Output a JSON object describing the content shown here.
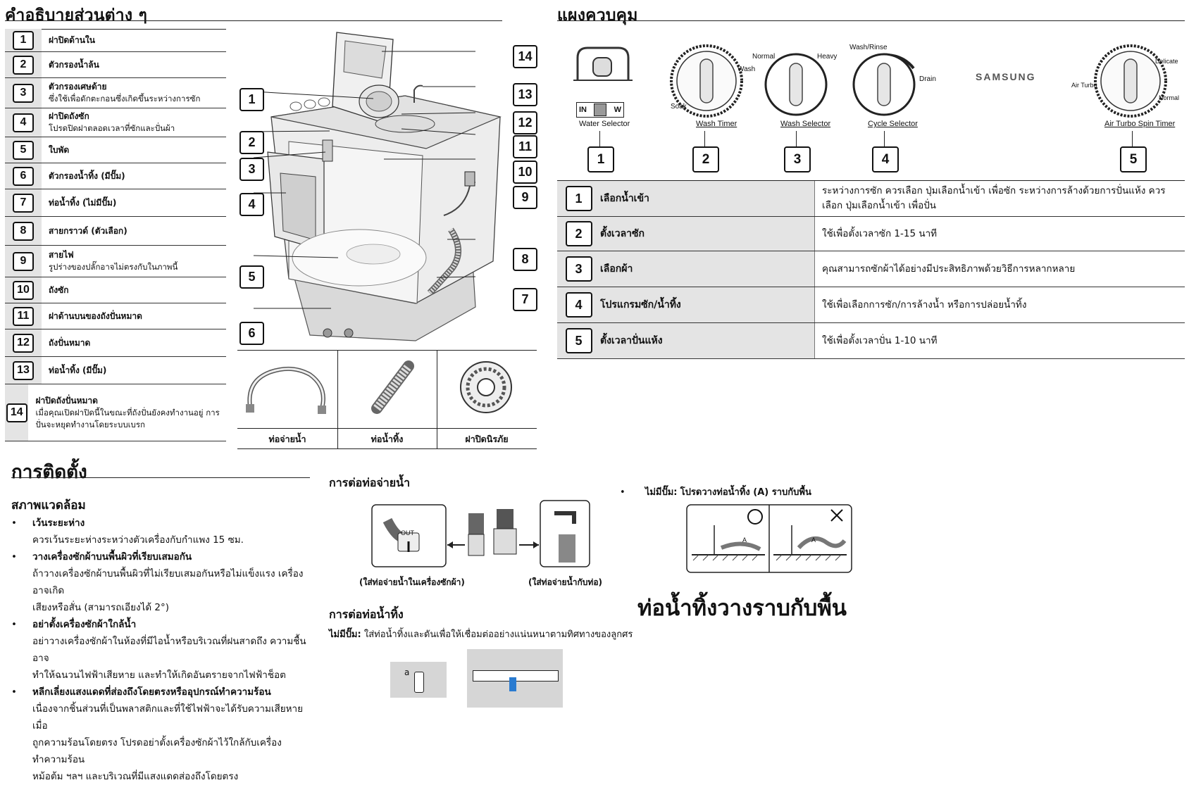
{
  "parts_section": {
    "title": "คำอธิบายส่วนต่าง ๆ",
    "items": [
      {
        "num": "1",
        "title": "ฝาปิดด้านใน",
        "sub": ""
      },
      {
        "num": "2",
        "title": "ตัวกรองน้ำล้น",
        "sub": ""
      },
      {
        "num": "3",
        "title": "ตัวกรองเศษด้าย",
        "sub": "ซึ่งใช้เพื่อดักตะกอนซึ่งเกิดขึ้นระหว่างการซัก"
      },
      {
        "num": "4",
        "title": "ฝาปิดถังซัก",
        "sub": "โปรดปิดฝาตลอดเวลาที่ซักและปั่นผ้า"
      },
      {
        "num": "5",
        "title": "ใบพัด",
        "sub": ""
      },
      {
        "num": "6",
        "title": "ตัวกรองน้ำทิ้ง (มีปั๊ม)",
        "sub": ""
      },
      {
        "num": "7",
        "title": "ท่อน้ำทิ้ง (ไม่มีปั๊ม)",
        "sub": ""
      },
      {
        "num": "8",
        "title": "สายกราวด์ (ตัวเลือก)",
        "sub": ""
      },
      {
        "num": "9",
        "title": "สายไฟ",
        "sub": "รูปร่างของปลั๊กอาจไม่ตรงกับในภาพนี้"
      },
      {
        "num": "10",
        "title": "ถังซัก",
        "sub": ""
      },
      {
        "num": "11",
        "title": "ฝาด้านบนของถังปั่นหมาด",
        "sub": ""
      },
      {
        "num": "12",
        "title": "ถังปั่นหมาด",
        "sub": ""
      },
      {
        "num": "13",
        "title": "ท่อน้ำทิ้ง (มีปั๊ม)",
        "sub": ""
      },
      {
        "num": "14",
        "title": "ฝาปิดถังปั่นหมาด",
        "sub": "เมื่อคุณเปิดฝาปิดนี้ในขณะที่ถังปั่นยังคงทำงานอยู่ การ ปั่นจะหยุดทำงานโดยระบบเบรก"
      }
    ]
  },
  "accessories": [
    {
      "label": "ท่อจ่ายน้ำ",
      "icon": "supply-hose-icon"
    },
    {
      "label": "ท่อน้ำทิ้ง",
      "icon": "drain-hose-icon"
    },
    {
      "label": "ฝาปิดนิรภัย",
      "icon": "safety-cover-icon"
    }
  ],
  "control_panel": {
    "title": "แผงควบคุม",
    "brand": "SAMSUNG",
    "water_selector": {
      "label": "Water Selector",
      "thai": "เลือกน้ำเข้า",
      "in": "IN",
      "w": "W"
    },
    "wash_timer": {
      "label": "Wash Timer",
      "thai": "ตั้งเวลาซัก",
      "wash": "Wash",
      "soak": "Soak"
    },
    "wash_selector": {
      "label": "Wash Selector",
      "thai": "เลือกผ้า",
      "normal": "Normal",
      "heavy": "Heavy"
    },
    "cycle_selector": {
      "label": "Cycle Selector",
      "thai": "โปรแกรมซัก/น้ำทิ้ง",
      "wash_rinse": "Wash/Rinse",
      "drain": "Drain"
    },
    "spin_timer": {
      "label": "Air Turbo Spin Timer",
      "thai": "ตั้งเวลาปั่นแห้ง",
      "air_turbo": "Air Turbo",
      "delicate": "Delicate",
      "normal": "Normal"
    },
    "rows": [
      {
        "num": "1",
        "name": "เลือกน้ำเข้า",
        "desc": "ระหว่างการซัก ควรเลือก ปุ่มเลือกน้ำเข้า เพื่อซัก ระหว่างการล้างด้วยการปั่นแห้ง ควรเลือก ปุ่มเลือกน้ำเข้า เพื่อปั่น"
      },
      {
        "num": "2",
        "name": "ตั้งเวลาซัก",
        "desc": "ใช้เพื่อตั้งเวลาซัก 1-15 นาที"
      },
      {
        "num": "3",
        "name": "เลือกผ้า",
        "desc": "คุณสามารถซักผ้าได้อย่างมีประสิทธิภาพด้วยวิธีการหลากหลาย"
      },
      {
        "num": "4",
        "name": "โปรแกรมซัก/น้ำทิ้ง",
        "desc": "ใช้เพื่อเลือกการซัก/การล้างน้ำ หรือการปล่อยน้ำทิ้ง"
      },
      {
        "num": "5",
        "name": "ตั้งเวลาปั่นแห้ง",
        "desc": "ใช้เพื่อตั้งเวลาปั่น 1-10 นาที"
      }
    ]
  },
  "install": {
    "title": "การติดตั้ง",
    "env_title": "สภาพแวดล้อม",
    "bullets": [
      {
        "title": "เว้นระยะห่าง",
        "body": [
          "ควรเว้นระยะห่างระหว่างตัวเครื่องกับกำแพง 15 ซม."
        ]
      },
      {
        "title": "วางเครื่องซักผ้าบนพื้นผิวที่เรียบเสมอกัน",
        "body": [
          "ถ้าวางเครื่องซักผ้าบนพื้นผิวที่ไม่เรียบเสมอกันหรือไม่แข็งแรง เครื่องอาจเกิด",
          "เสียงหรือสั่น (สามารถเอียงได้ 2°)"
        ]
      },
      {
        "title": "อย่าตั้งเครื่องซักผ้าใกล้น้ำ",
        "body": [
          "อย่าวางเครื่องซักผ้าในห้องที่มีไอน้ำหรือบริเวณที่ฝนสาดถึง ความชื้นอาจ",
          "ทำให้ฉนวนไฟฟ้าเสียหาย และทำให้เกิดอันตรายจากไฟฟ้าช็อต"
        ]
      },
      {
        "title": "หลีกเลี่ยงแสงแดดที่ส่องถึงโดยตรงหรืออุปกรณ์ทำความร้อน",
        "body": [
          "เนื่องจากชิ้นส่วนที่เป็นพลาสติกและที่ใช้ไฟฟ้าจะได้รับความเสียหาย เมื่อ",
          "ถูกความร้อนโดยตรง โปรดอย่าตั้งเครื่องซักผ้าไว้ใกล้กับเครื่องทำความร้อน",
          "หม้อต้ม ฯลฯ และบริเวณที่มีแสงแดดส่องถึงโดยตรง"
        ]
      }
    ],
    "supply_title": "การต่อท่อจ่ายน้ำ",
    "supply_cap_left": "(ใส่ท่อจ่ายน้ำในเครื่องซักผ้า)",
    "supply_cap_right": "(ใส่ท่อจ่ายน้ำกับท่อ)",
    "out_label": "OUT",
    "drain_title": "การต่อท่อน้ำทิ้ง",
    "drain_lead": "ไม่มีปั๊ม:",
    "drain_text": "ใส่ท่อน้ำทิ้งและดันเพื่อให้เชื่อมต่ออย่างแน่นหนาตามทิศทางของลูกศร",
    "fig_a": "a",
    "no_pump_lead": "ไม่มีปั๊ม:",
    "no_pump_text": "โปรดวางท่อน้ำทิ้ง (A) ราบกับพื้น",
    "a_label": "A",
    "big_text": "ท่อน้ำทิ้งวางราบกับพื้น"
  },
  "diagram_callouts": [
    "1",
    "2",
    "3",
    "4",
    "5",
    "6",
    "7",
    "8",
    "9",
    "10",
    "11",
    "12",
    "13",
    "14"
  ]
}
